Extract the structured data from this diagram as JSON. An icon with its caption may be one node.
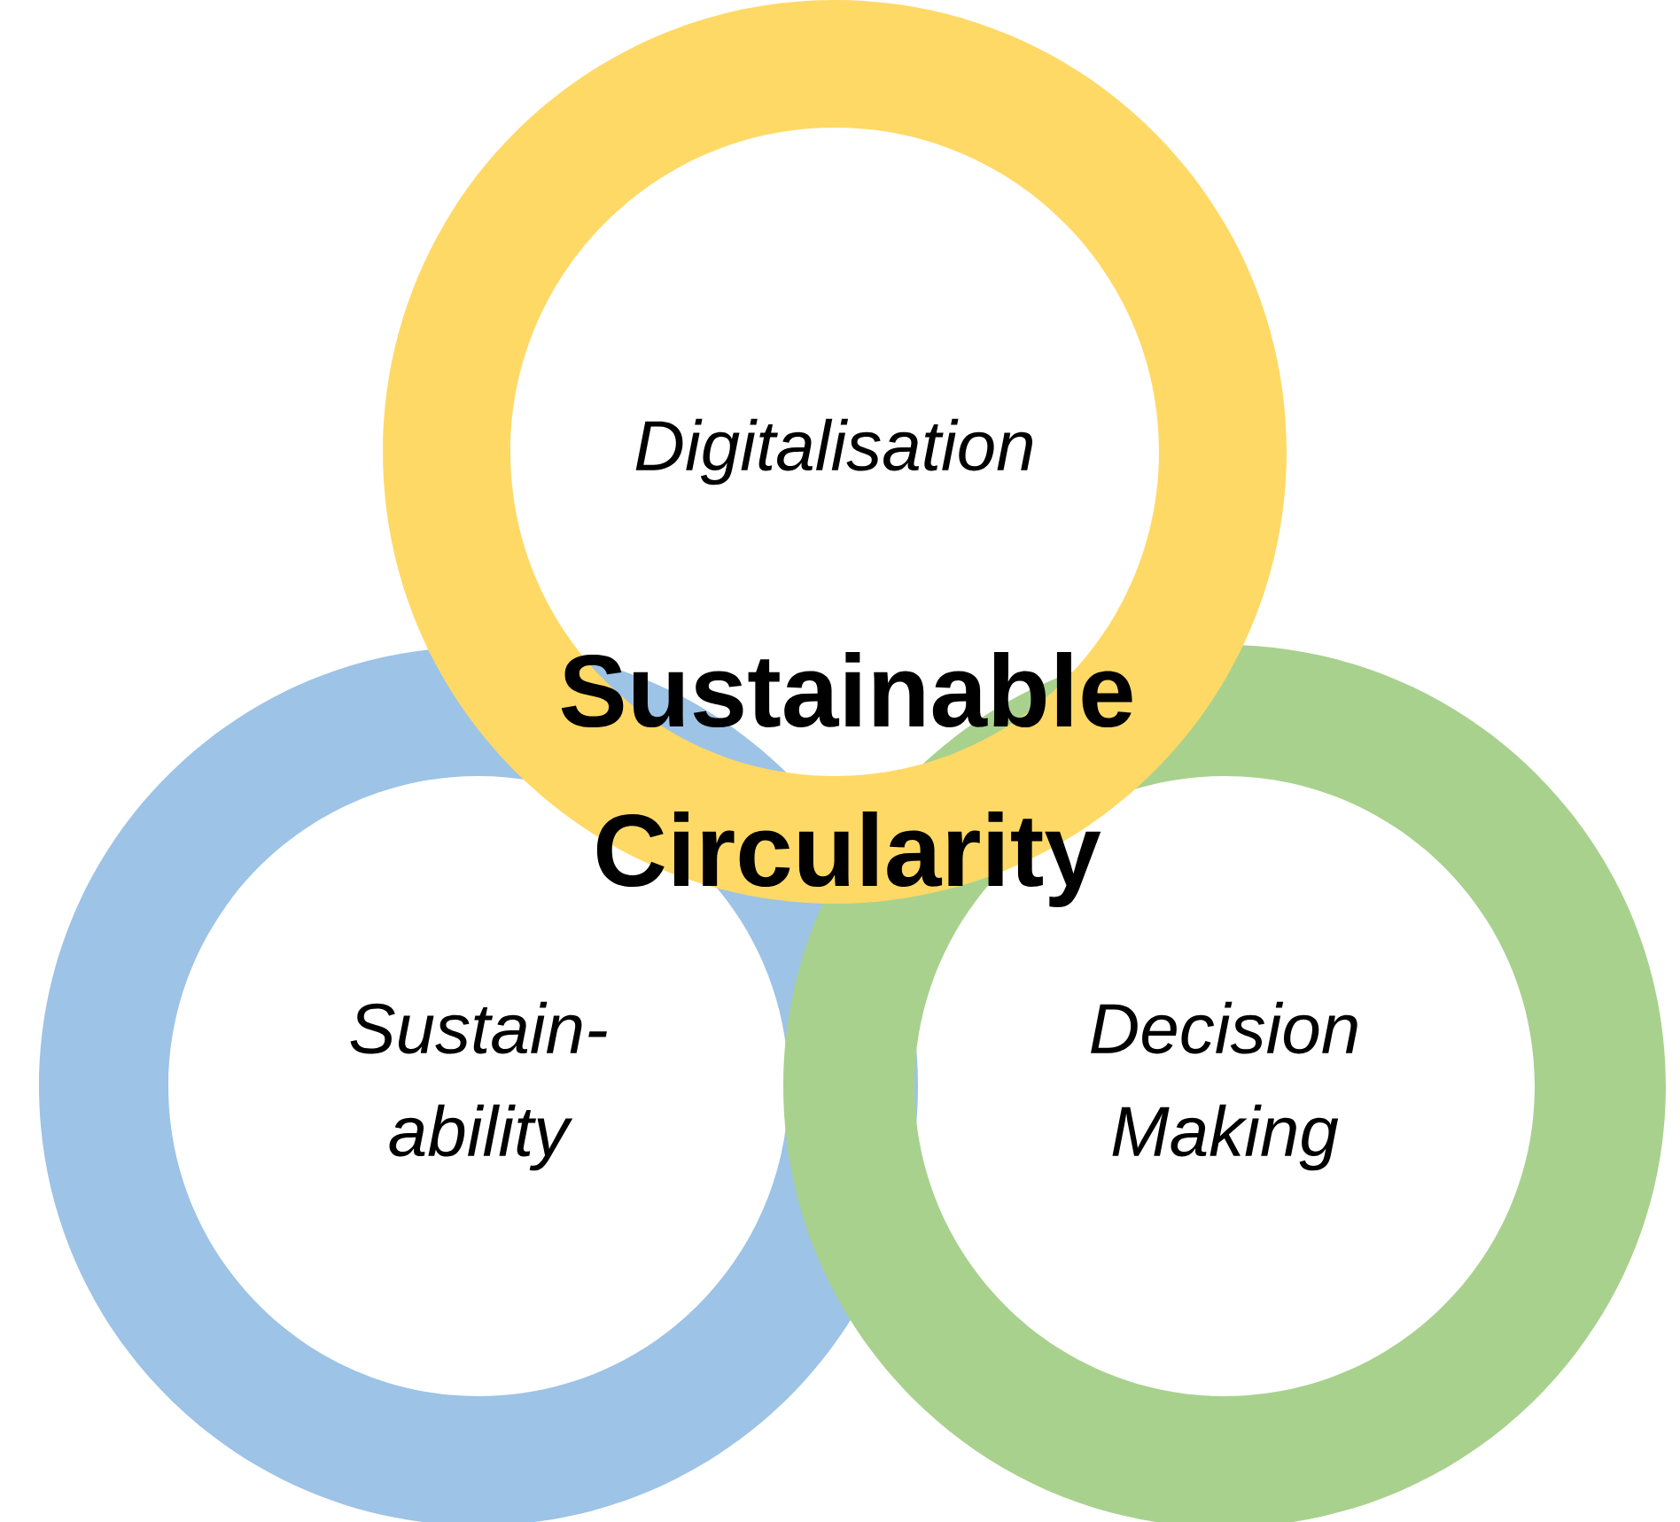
{
  "diagram": {
    "title": "Sustainable Circularity",
    "nodes": [
      {
        "text": [
          "Digitalisation"
        ]
      },
      {
        "text": [
          "Sustain- ability"
        ]
      },
      {
        "text": [
          "Decision Making"
        ]
      }
    ]
  }
}
